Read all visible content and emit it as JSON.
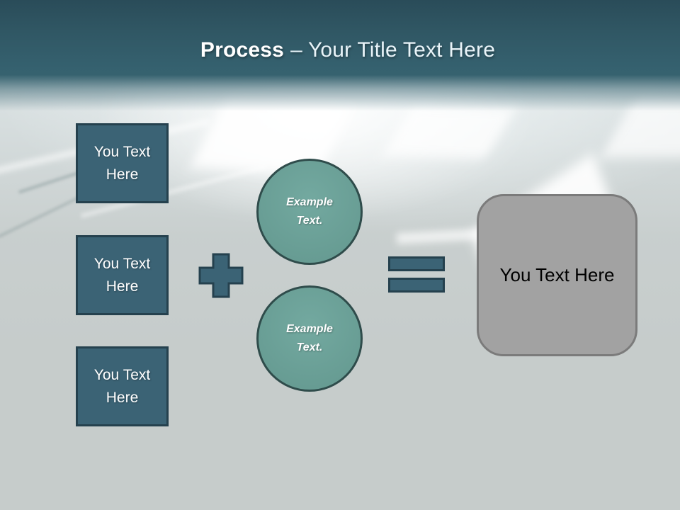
{
  "slide": {
    "title": {
      "emphasis": "Process",
      "rest": "– Your Title Text Here"
    },
    "input_boxes": [
      {
        "label": "You Text Here"
      },
      {
        "label": "You Text Here"
      },
      {
        "label": "You Text Here"
      }
    ],
    "example_circles": [
      {
        "line1": "Example",
        "line2": "Text."
      },
      {
        "line1": "Example",
        "line2": "Text."
      }
    ],
    "operators": {
      "plus": "plus-icon",
      "equals": "equals-icon"
    },
    "result_box": {
      "label": "You Text Here"
    },
    "colors": {
      "header_teal": "#35616f",
      "shape_teal_fill": "#3b6375",
      "shape_teal_border": "#25414e",
      "circle_fill": "#6ba29a",
      "circle_border": "#2f4c4b",
      "background_gray": "#c6cccb",
      "result_fill": "#a2a2a2",
      "result_border": "#7b7b7b",
      "title_text": "#ffffff",
      "box_text": "#ffffff",
      "result_text": "#000000"
    }
  }
}
